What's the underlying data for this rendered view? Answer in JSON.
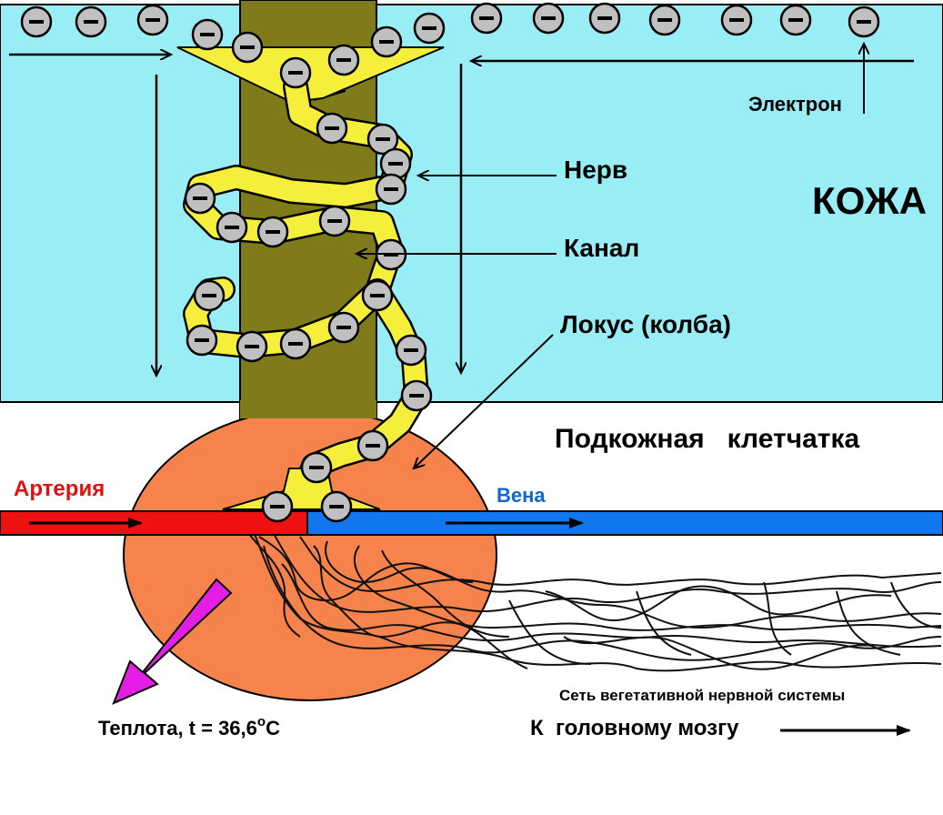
{
  "labels": {
    "electron": "Электрон",
    "skin": "КОЖА",
    "nerve": "Нерв",
    "channel": "Канал",
    "locus": "Локус (колба)",
    "subcutaneous": "Подкожная   клетчатка",
    "artery": "Артерия",
    "vein": "Вена",
    "heat_prefix": "Теплота, t = 36,6",
    "heat_degree": "o",
    "heat_unit": "C",
    "vegetative_network": "Сеть вегетативной нервной системы",
    "to_brain": "К  головному мозгу"
  },
  "electron_symbol": "−",
  "colors": {
    "skin": "#99eef5",
    "nerve": "#7f7a1a",
    "channel": "#f5ee3a",
    "locus": "#f5834b",
    "artery": "#ee1111",
    "vein": "#1177ee",
    "heat_arrow": "#e51ee5",
    "artery_label": "#dd1111",
    "vein_label": "#1166cc",
    "electron_fill": "#c0c0c0"
  }
}
